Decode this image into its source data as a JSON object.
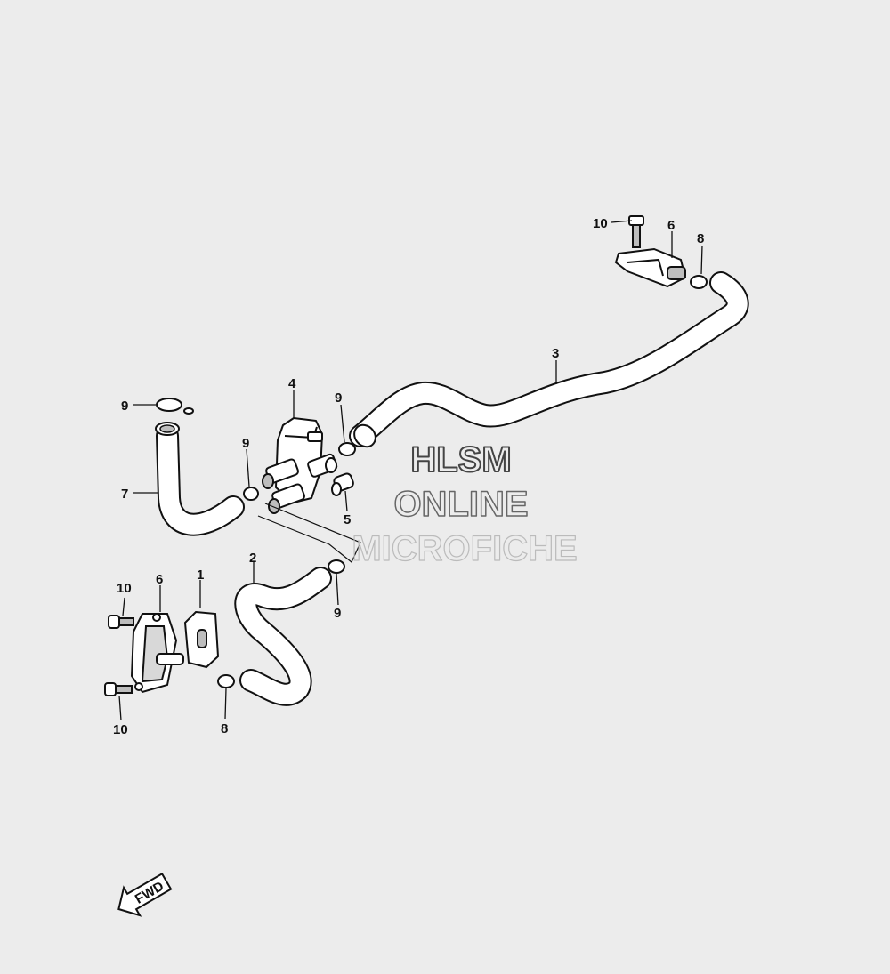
{
  "diagram": {
    "callouts": {
      "c10_top": "10",
      "c6_top": "6",
      "c8_top": "8",
      "c3": "3",
      "c4": "4",
      "c9_a": "9",
      "c9_b": "9",
      "c9_c": "9",
      "c9_d": "9",
      "c7": "7",
      "c5": "5",
      "c2": "2",
      "c1": "1",
      "c6_bot": "6",
      "c10_a": "10",
      "c10_b": "10",
      "c8_bot": "8"
    },
    "watermark": {
      "line1": "HLSM",
      "line2": "ONLINE",
      "line3": "MICROFICHE"
    },
    "direction_label": "FWD",
    "colors": {
      "background": "#ececec",
      "line": "#111111",
      "part_fill": "#ffffff",
      "shade": "#bdbdbd",
      "watermark": "#777777"
    }
  }
}
